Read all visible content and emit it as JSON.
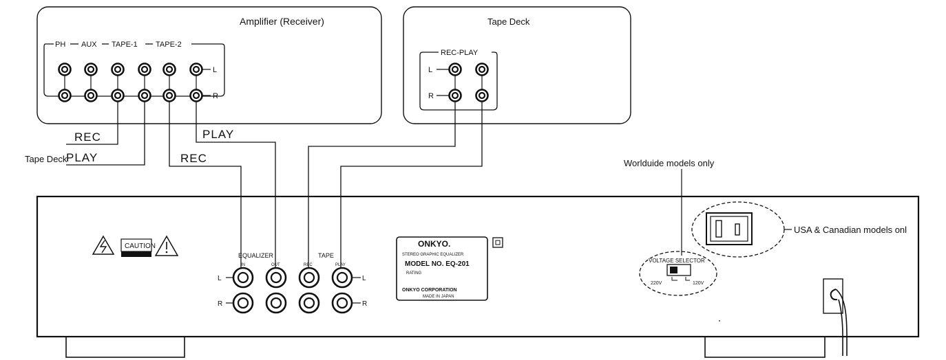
{
  "labels": {
    "amplifier": "Amplifier (Receiver)",
    "tape_deck_top": "Tape Deck",
    "ph": "PH",
    "aux": "AUX",
    "tape1": "TAPE-1",
    "tape2": "TAPE-2",
    "rec_play": "REC-PLAY",
    "left": "L",
    "right": "R",
    "rec": "REC",
    "play": "PLAY",
    "tape_deck_side": "Tape Deck",
    "worldwide": "Worlduide models only",
    "usa": "USA & Canadian models onl",
    "caution": "CAUTION",
    "equalizer": "EQUALIZER",
    "tape": "TAPE",
    "in": "IN",
    "out": "OUT",
    "rec_small": "REC",
    "play_small": "PLAY",
    "voltage_selector": "VOLTAGE SELECTOR",
    "v220": "220V",
    "v120": "120V"
  },
  "nameplate": {
    "brand": "ONKYO.",
    "line1": "STEREO GRAPHIC EQUALIZER",
    "model": "MODEL NO. EQ-201",
    "rating": "RATING",
    "corp": "ONKYO CORPORATION",
    "made_in": "MADE IN JAPAN"
  },
  "colors": {
    "ink": "#111111",
    "paper": "#ffffff"
  }
}
